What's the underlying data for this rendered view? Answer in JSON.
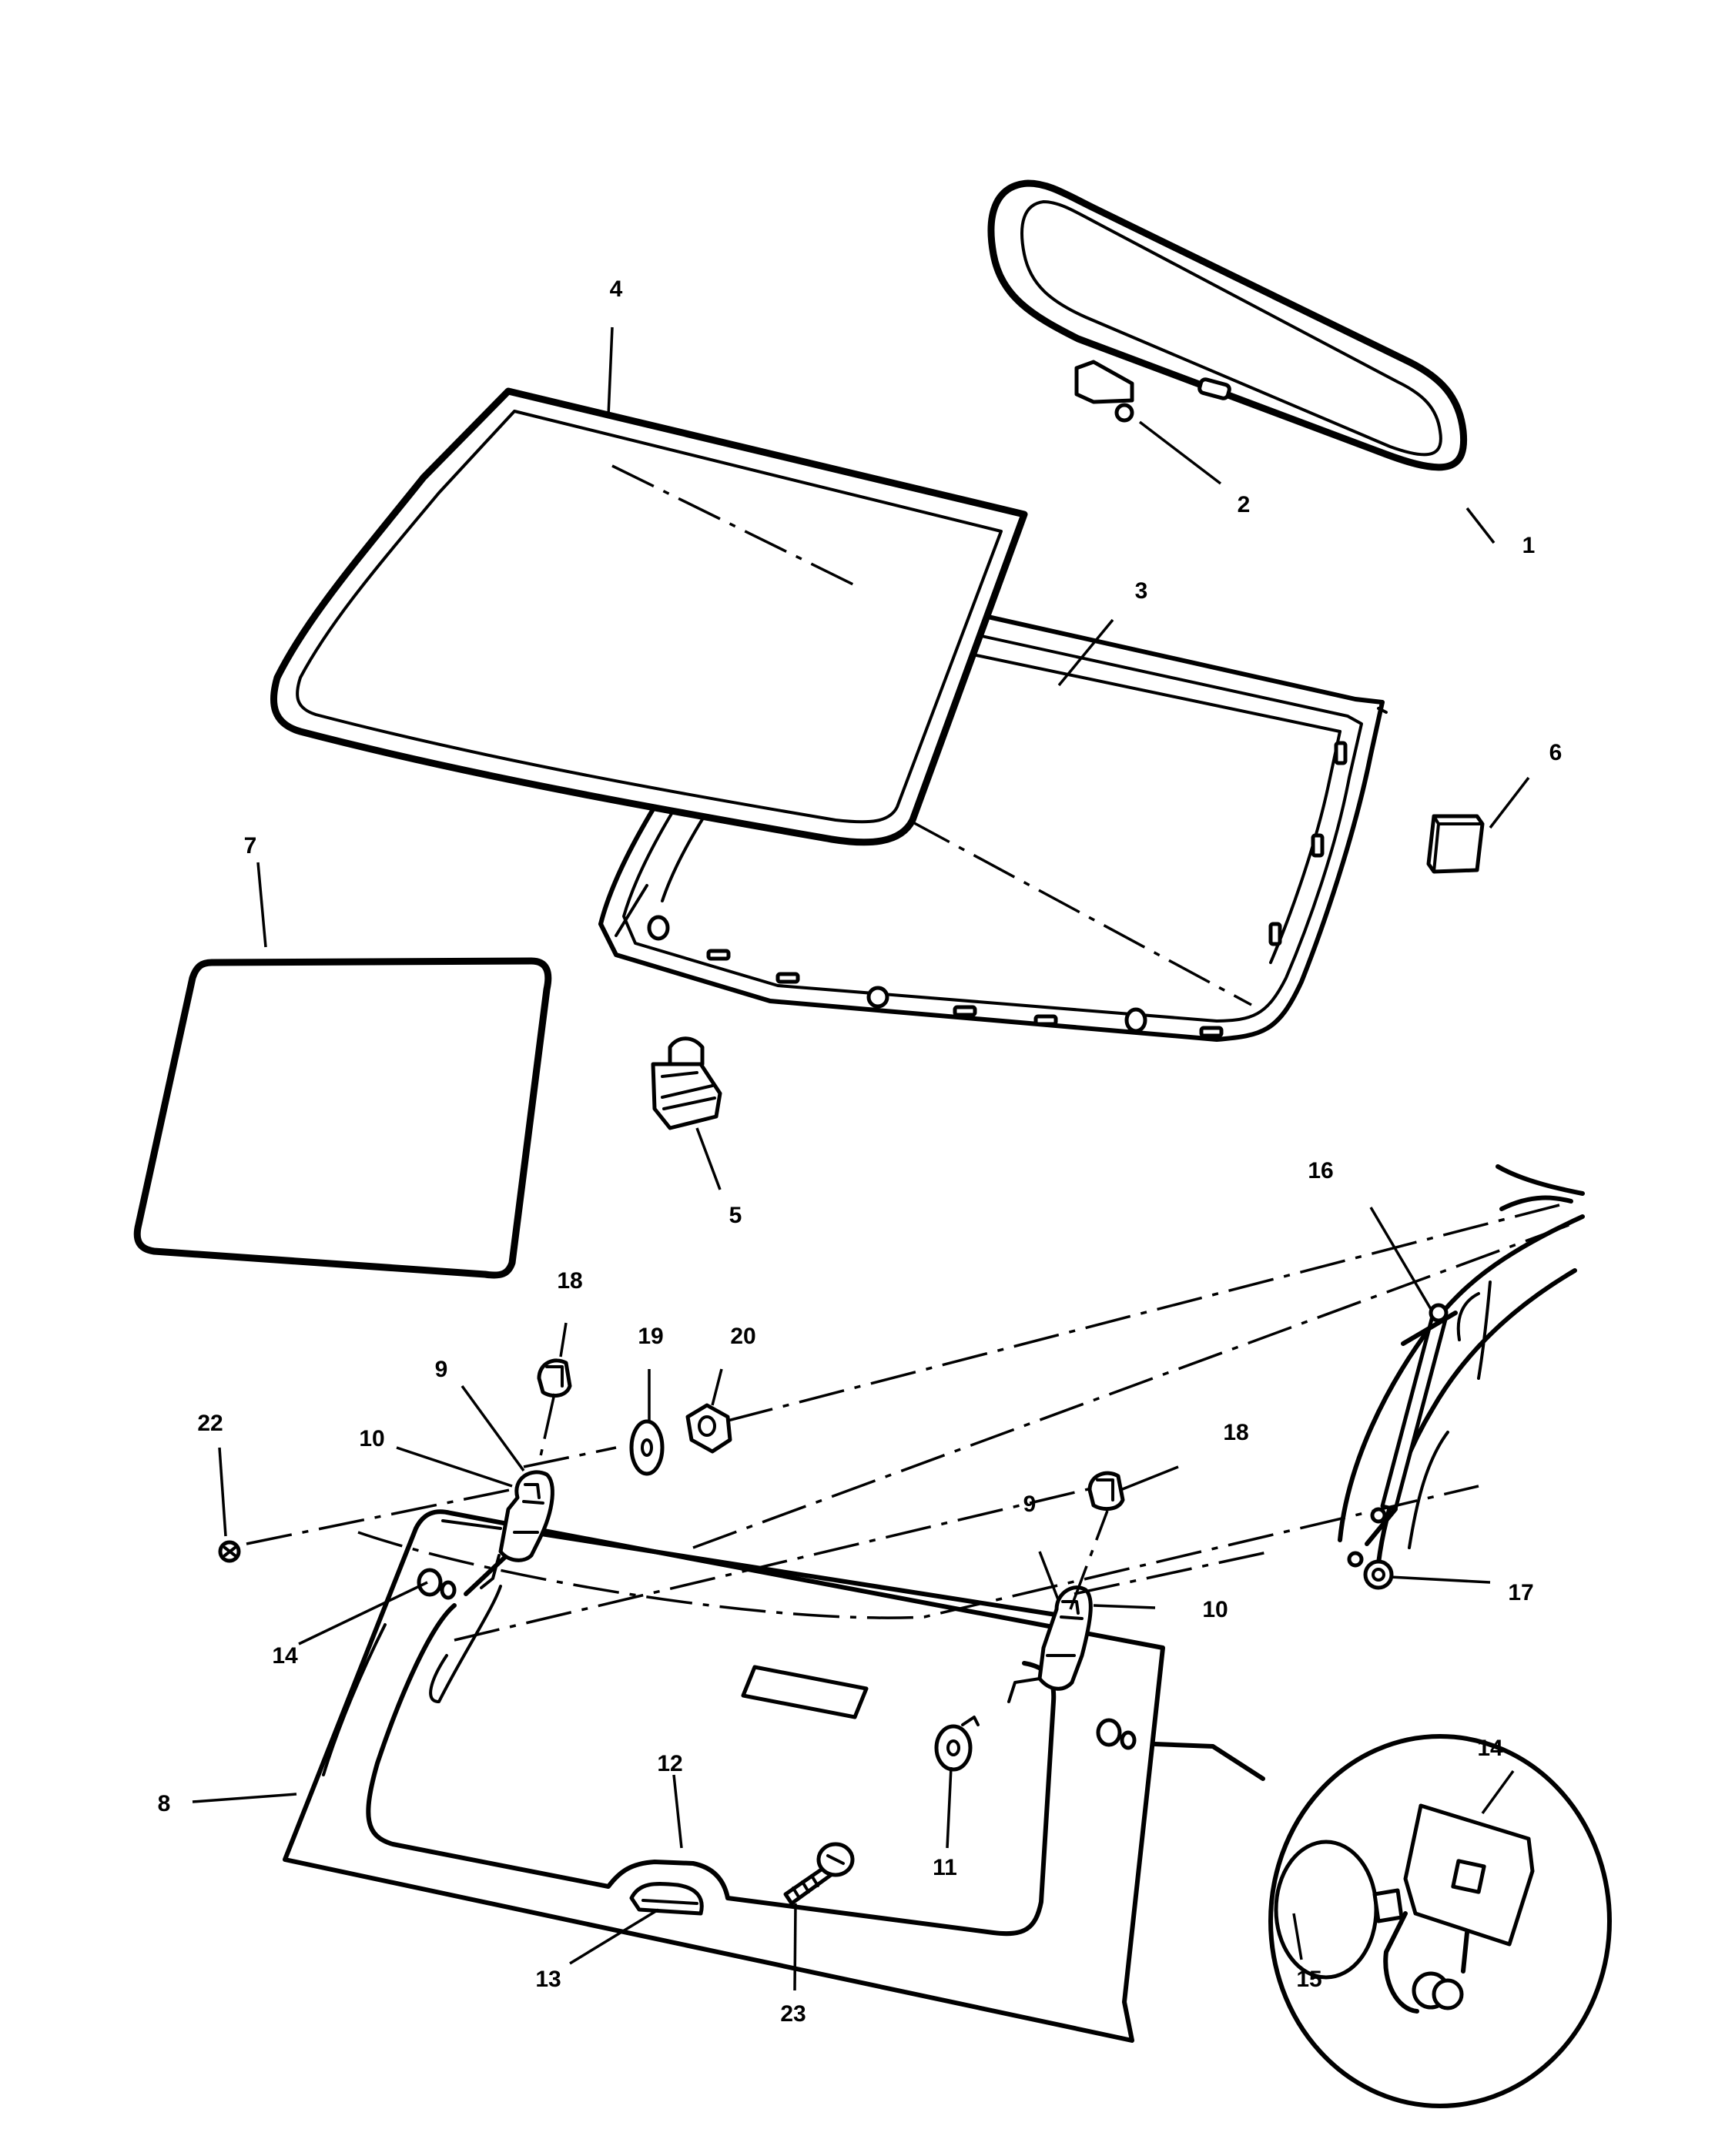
{
  "callouts": [
    {
      "id": "1",
      "text": "1"
    },
    {
      "id": "2",
      "text": "2"
    },
    {
      "id": "3",
      "text": "3"
    },
    {
      "id": "4",
      "text": "4"
    },
    {
      "id": "5",
      "text": "5"
    },
    {
      "id": "6",
      "text": "6"
    },
    {
      "id": "7",
      "text": "7"
    },
    {
      "id": "8",
      "text": "8"
    },
    {
      "id": "9a",
      "text": "9"
    },
    {
      "id": "9b",
      "text": "9"
    },
    {
      "id": "10a",
      "text": "10"
    },
    {
      "id": "10b",
      "text": "10"
    },
    {
      "id": "11",
      "text": "11"
    },
    {
      "id": "12",
      "text": "12"
    },
    {
      "id": "13",
      "text": "13"
    },
    {
      "id": "14a",
      "text": "14"
    },
    {
      "id": "14b",
      "text": "14"
    },
    {
      "id": "15",
      "text": "15"
    },
    {
      "id": "16",
      "text": "16"
    },
    {
      "id": "17",
      "text": "17"
    },
    {
      "id": "18a",
      "text": "18"
    },
    {
      "id": "18b",
      "text": "18"
    },
    {
      "id": "19",
      "text": "19"
    },
    {
      "id": "20",
      "text": "20"
    },
    {
      "id": "22",
      "text": "22"
    },
    {
      "id": "23",
      "text": "23"
    }
  ]
}
